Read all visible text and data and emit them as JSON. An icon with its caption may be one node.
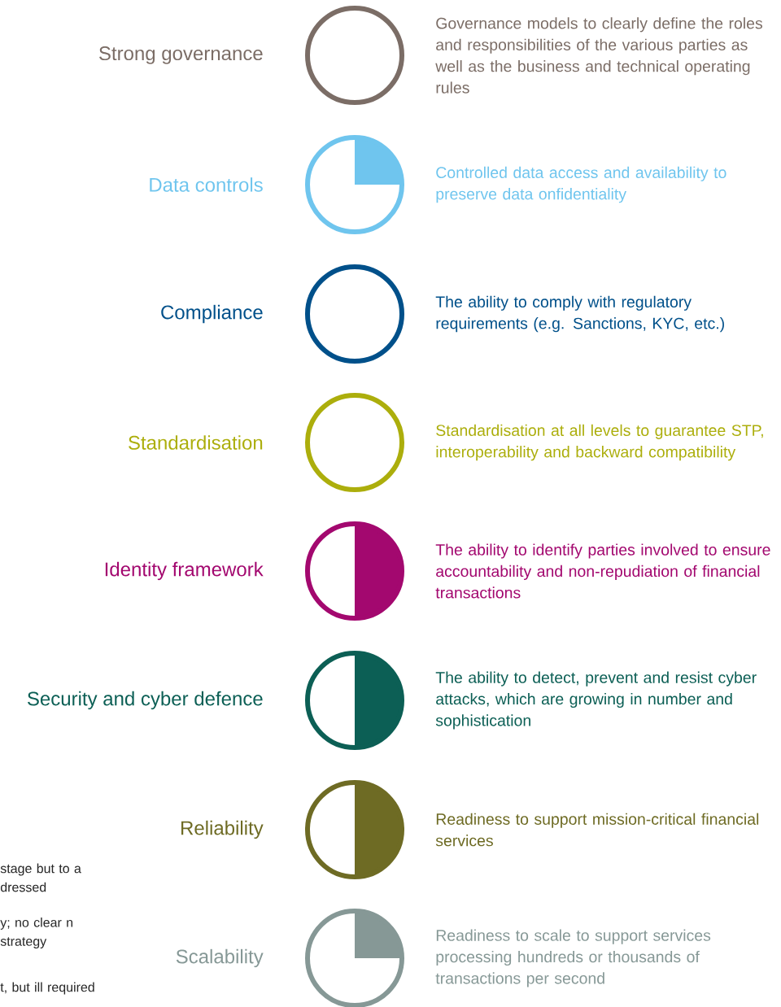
{
  "diagram": {
    "nodes": [
      {
        "text": [],
        "shape": "circle",
        "beside": [
          "Strong governance",
          "Governance models to clearly define the roles and responsibilities of the various parties as well as the business and technical operating rules"
        ]
      },
      {
        "text": [],
        "shape": "circle",
        "beside": [
          "Data controls",
          "Controlled data access and availability to preserve data onfidentiality"
        ]
      },
      {
        "text": [],
        "shape": "circle",
        "beside": [
          "Compliance",
          "The ability to comply with regulatory requirements (e.g. Sanctions, KYC, etc.)"
        ]
      },
      {
        "text": [],
        "shape": "circle",
        "beside": [
          "Standardisation",
          "Standardisation at all levels to guarantee STP, interoperability and backward compatibility"
        ]
      },
      {
        "text": [],
        "shape": "circle",
        "beside": [
          "Identity framework",
          "The ability to identify parties involved to ensure accountability and non-repudiation of financial transactions"
        ]
      },
      {
        "text": [],
        "shape": "circle",
        "beside": [
          "Security and cyber defence",
          "The ability to detect, prevent and resist cyber attacks, which are growing in number and sophistication"
        ]
      },
      {
        "text": [],
        "shape": "circle",
        "beside": [
          "Reliability",
          "Readiness to support mission-critical financial services"
        ]
      },
      {
        "text": [],
        "shape": "circle",
        "beside": [
          "Scalability",
          "Readiness to scale to support services processing hundreds or thousands of transactions per second"
        ]
      }
    ],
    "labels": [
      "stage but to a dressed",
      "y; no clear n strategy",
      "t, but ill required"
    ]
  }
}
